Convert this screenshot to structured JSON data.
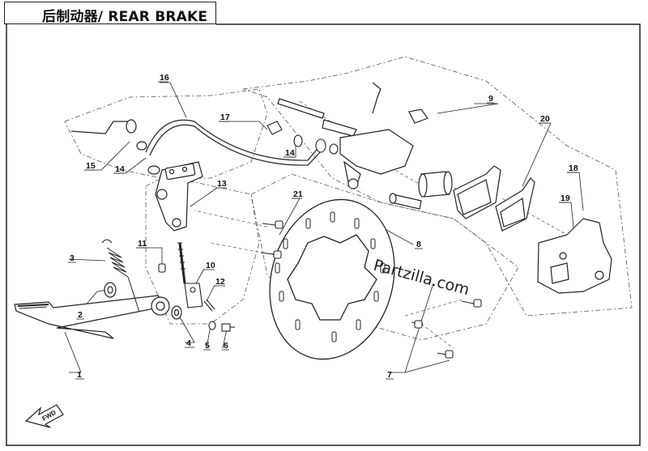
{
  "title": "后制动器/ REAR BRAKE",
  "watermark": "Partzilla.com",
  "fwd_label": "FWD",
  "callouts": [
    {
      "id": "c1",
      "text": "1"
    },
    {
      "id": "c2",
      "text": "2"
    },
    {
      "id": "c3",
      "text": "3"
    },
    {
      "id": "c4",
      "text": "4"
    },
    {
      "id": "c5",
      "text": "5"
    },
    {
      "id": "c6",
      "text": "6"
    },
    {
      "id": "c7",
      "text": "7"
    },
    {
      "id": "c8",
      "text": "8"
    },
    {
      "id": "c9",
      "text": "9"
    },
    {
      "id": "c10",
      "text": "10"
    },
    {
      "id": "c11",
      "text": "11"
    },
    {
      "id": "c12",
      "text": "12"
    },
    {
      "id": "c13",
      "text": "13"
    },
    {
      "id": "c14a",
      "text": "14"
    },
    {
      "id": "c14b",
      "text": "14"
    },
    {
      "id": "c15",
      "text": "15"
    },
    {
      "id": "c16",
      "text": "16"
    },
    {
      "id": "c17",
      "text": "17"
    },
    {
      "id": "c18",
      "text": "18"
    },
    {
      "id": "c19",
      "text": "19"
    },
    {
      "id": "c20",
      "text": "20"
    },
    {
      "id": "c21",
      "text": "21"
    }
  ],
  "colors": {
    "line": "#222222",
    "dash": "#555555",
    "background": "#ffffff"
  }
}
